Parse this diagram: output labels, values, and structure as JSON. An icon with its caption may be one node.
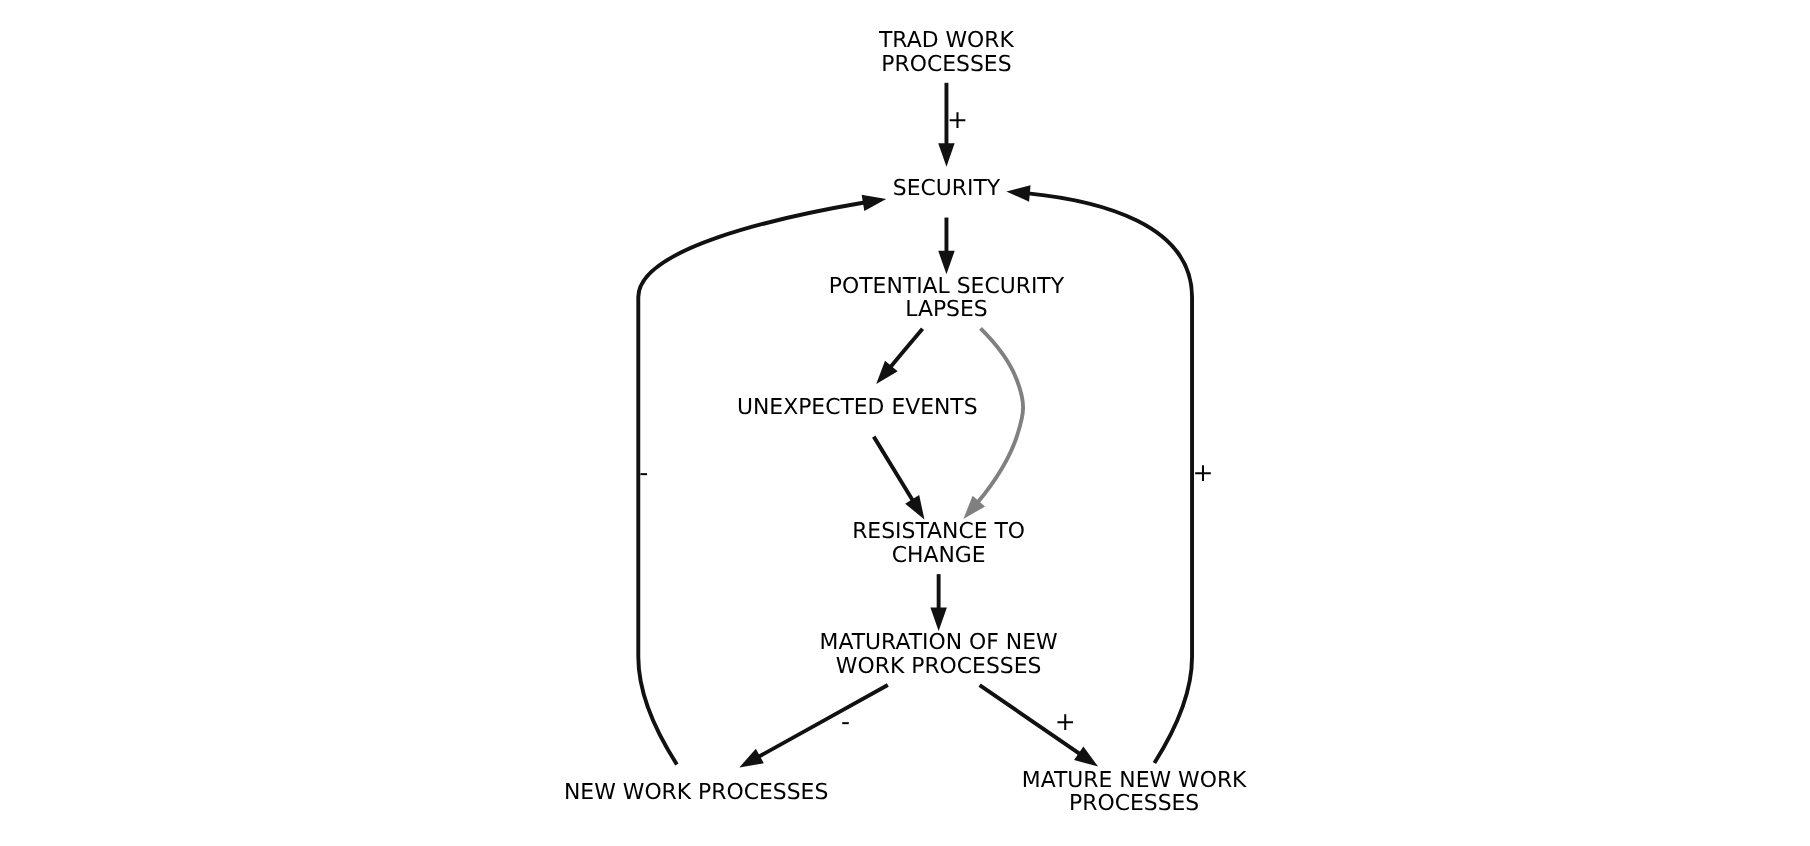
{
  "diagram": {
    "nodes": [
      {
        "text": [
          "SECURITY"
        ]
      },
      {
        "text": [
          "POTENTIAL SECURITY LAPSES"
        ]
      },
      {
        "text": [
          "UNEXPECTED EVENTS"
        ]
      },
      {
        "text": [
          "TRAD WORK PROCESSES"
        ]
      },
      {
        "text": [
          "NEW WORK PROCESSES"
        ]
      },
      {
        "text": [
          "MATURE NEW WORK PROCESSES"
        ]
      },
      {
        "text": [
          "RESISTANCE TO CHANGE"
        ]
      },
      {
        "text": [
          "MATURATION OF NEW WORK PROCESSES"
        ]
      }
    ],
    "edges": [
      {
        "from": 3,
        "to": 0,
        "arrow": "to",
        "label": "+"
      },
      {
        "from": 4,
        "to": 0,
        "arrow": "to",
        "label": "-"
      },
      {
        "from": 5,
        "to": 0,
        "arrow": "to",
        "label": "+"
      },
      {
        "from": 0,
        "to": 1,
        "arrow": "to"
      },
      {
        "from": 1,
        "to": 2,
        "arrow": "to"
      },
      {
        "from": 1,
        "to": 6,
        "arrow": "to",
        "color": "#808080"
      },
      {
        "from": 2,
        "to": 6,
        "arrow": "to"
      },
      {
        "from": 6,
        "to": 7,
        "arrow": "to"
      },
      {
        "from": 7,
        "to": 4,
        "arrow": "to",
        "label": "-"
      },
      {
        "from": 7,
        "to": 5,
        "arrow": "to",
        "label": "+"
      }
    ]
  }
}
